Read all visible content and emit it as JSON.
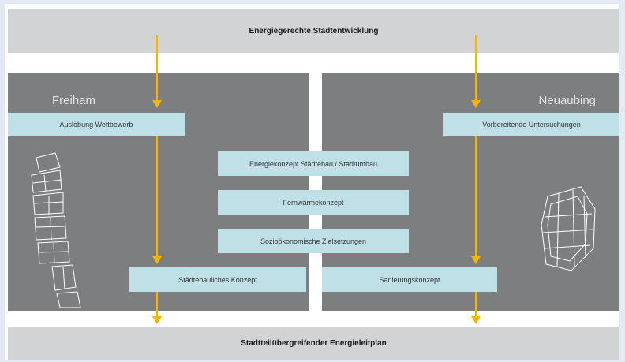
{
  "top_band": {
    "label": "Energiegerechte Stadtentwicklung"
  },
  "bottom_band": {
    "label": "Stadtteilübergreifender Energieleitplan"
  },
  "left_panel": {
    "title": "Freiham",
    "box_top": "Auslobung Wettbewerb",
    "box_bottom": "Städtebauliches Konzept"
  },
  "right_panel": {
    "title": "Neuaubing",
    "box_top": "Vorbereitende Untersuchungen",
    "box_bottom": "Sanierungskonzept"
  },
  "center_boxes": [
    {
      "label": "Energiekonzept Städtebau / Stadtumbau"
    },
    {
      "label": "Fernwärmekonzept"
    },
    {
      "label": "Sozioökonomische Zielsetzungen"
    }
  ],
  "colors": {
    "arrow": "#f7b500",
    "box": "#bfe0e6",
    "panel": "#7d7e80",
    "band": "#d2d3d4"
  }
}
